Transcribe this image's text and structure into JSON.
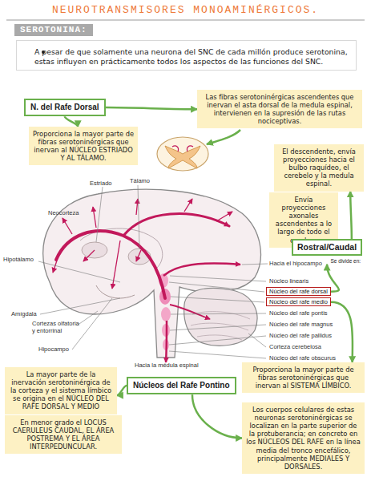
{
  "diagram": {
    "title": "NEUROTRANSMISORES MONOAMINÉRGICOS.",
    "nodes": [
      {
        "text": [
          "SEROTONINA:"
        ]
      },
      {
        "text": [
          "A pesar de que solamente una neurona del SNC de cada millón produce serotonina, estas influyen en prácticamente todos los aspectos de las funciones del SNC."
        ]
      },
      {
        "text": [
          "N. del Rafe Dorsal"
        ]
      },
      {
        "text": [
          "Las fibras serotoninérgicas ascendentes que inervan el asta dorsal de la medula espinal, intervienen en la supresión de las rutas nociceptivas."
        ]
      },
      {
        "text": [
          "Proporciona la mayor parte de fibras serotoninérgicas que inervan al NÚCLEO ESTRIADO Y AL TÁLAMO."
        ]
      },
      {
        "text": [
          "El descendente, envía proyecciones hacia el bulbo raquídeo, el cerebelo y la medula espinal."
        ]
      },
      {
        "text": [
          "Envía proyecciones axonales ascendentes a lo largo de todo el cerebro."
        ]
      },
      {
        "text": [
          "Rostral/Caudal",
          "Se divide en:"
        ]
      },
      {
        "text": [
          "Núcleo del rafe dorsal"
        ]
      },
      {
        "text": [
          "Núcleo del rafe medio"
        ]
      },
      {
        "text": [
          "La mayor parte de la inervación serotoninérgica de la corteza y el sistema límbico se origina en el NÚCLEO DEL RAFE DORSAL Y MEDIO"
        ]
      },
      {
        "text": [
          "Núcleos del Rafe Pontino"
        ]
      },
      {
        "text": [
          "Proporciona la mayor parte de fibras serotoninérgicas que inervan al SISTEMA LÍMBICO."
        ]
      },
      {
        "text": [
          "En menor grado el LOCUS CAERULEUS CAUDAL, EL ÁREA POSTREMA Y EL ÁREA INTERPEDUNCULAR."
        ]
      },
      {
        "text": [
          "Los cuerpos celulares de estas neuronas serotoninérgicas se localizan en la parte superior de la protuberancia; en concreto en los NÚCLEOS DEL RAFE en la línea media del tronco encefálico, principalmente MEDIALES Y DORSALES."
        ]
      }
    ],
    "edges": [
      {
        "from": 2,
        "to": 3,
        "arrow": "to"
      },
      {
        "from": 2,
        "to": 4,
        "arrow": "to"
      },
      {
        "from": 8,
        "to": 7,
        "arrow": "to"
      },
      {
        "from": 7,
        "to": 6,
        "arrow": "to"
      },
      {
        "from": 7,
        "to": 5,
        "arrow": "to"
      },
      {
        "from": 9,
        "to": 12,
        "arrow": "to"
      },
      {
        "from": 11,
        "to": 10,
        "arrow": "to"
      },
      {
        "from": 11,
        "to": 14,
        "arrow": "to"
      }
    ],
    "labels": [
      "Neocorteza",
      "Estriado",
      "Tálamo",
      "Hipotálamo",
      "Hacia el hipocampo",
      "Núcleo linearis",
      "Núcleo del rafe pontis",
      "Núcleo del rafe magnus",
      "Núcleo del rafe pallidus",
      "Corteza cerebelosa",
      "Núcleo del rafe obscurus",
      "Amígdala",
      "Cortezas olfatoria y entorrinal",
      "Hipocampo",
      "Hacia la médula espinal"
    ]
  }
}
